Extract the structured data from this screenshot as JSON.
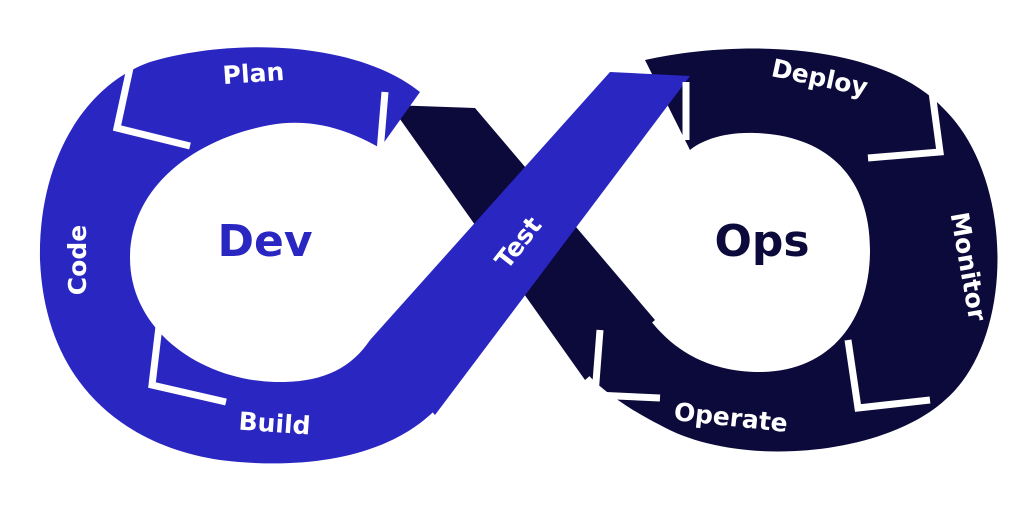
{
  "colors": {
    "dev": "#2A26C1",
    "ops": "#0C0A3B",
    "background": "#FFFFFF",
    "stage_text": "#FFFFFF"
  },
  "center": {
    "dev_label": "Dev",
    "ops_label": "Ops"
  },
  "stages": {
    "plan": "Plan",
    "code": "Code",
    "build": "Build",
    "test": "Test",
    "deploy": "Deploy",
    "monitor": "Monitor",
    "operate": "Operate"
  }
}
